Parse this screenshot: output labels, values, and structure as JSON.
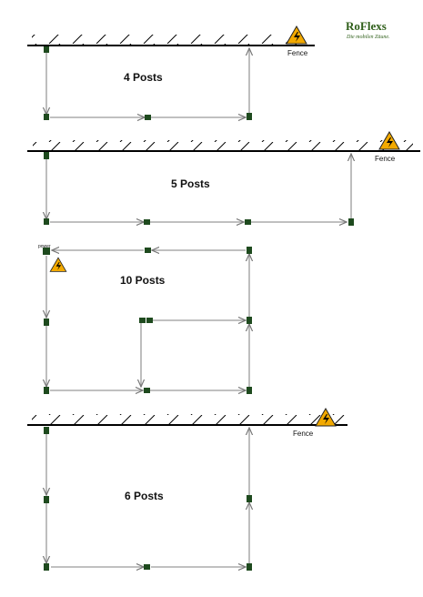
{
  "logo": {
    "brand": "RoFlexs",
    "tagline": "Die mobilen Zäune."
  },
  "colors": {
    "post": "#1e4a1e",
    "wire": "#9a9a9a",
    "ground": "#000000",
    "warning": "#f2a900",
    "brand": "#2f5f1a"
  },
  "icons": [
    "warning-high-voltage-icon",
    "post-marker",
    "arrow"
  ],
  "diagrams": [
    {
      "id": "four",
      "title": "4 Posts",
      "fence_label": "Fence"
    },
    {
      "id": "five",
      "title": "5 Posts",
      "fence_label": "Fence"
    },
    {
      "id": "ten",
      "title": "10 Posts",
      "power_label": "power"
    },
    {
      "id": "six",
      "title": "6 Posts",
      "fence_label": "Fence"
    }
  ]
}
